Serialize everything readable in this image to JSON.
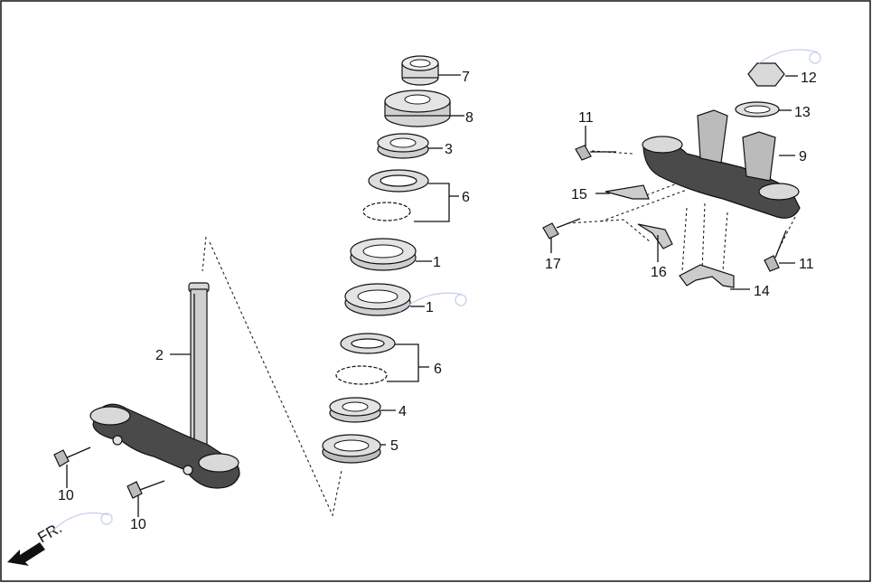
{
  "labels": {
    "l1a": "1",
    "l1b": "1",
    "l2": "2",
    "l3": "3",
    "l4": "4",
    "l5": "5",
    "l6a": "6",
    "l6b": "6",
    "l7": "7",
    "l8": "8",
    "l9": "9",
    "l10a": "10",
    "l10b": "10",
    "l11a": "11",
    "l11b": "11",
    "l12": "12",
    "l13": "13",
    "l14": "14",
    "l15": "15",
    "l16": "16",
    "l17": "17"
  },
  "direction": "FR.",
  "colors": {
    "line": "#111111",
    "part_fill": "#d6d6d6",
    "part_dark": "#3a3a3a",
    "watermark": "#b9c6e8"
  }
}
